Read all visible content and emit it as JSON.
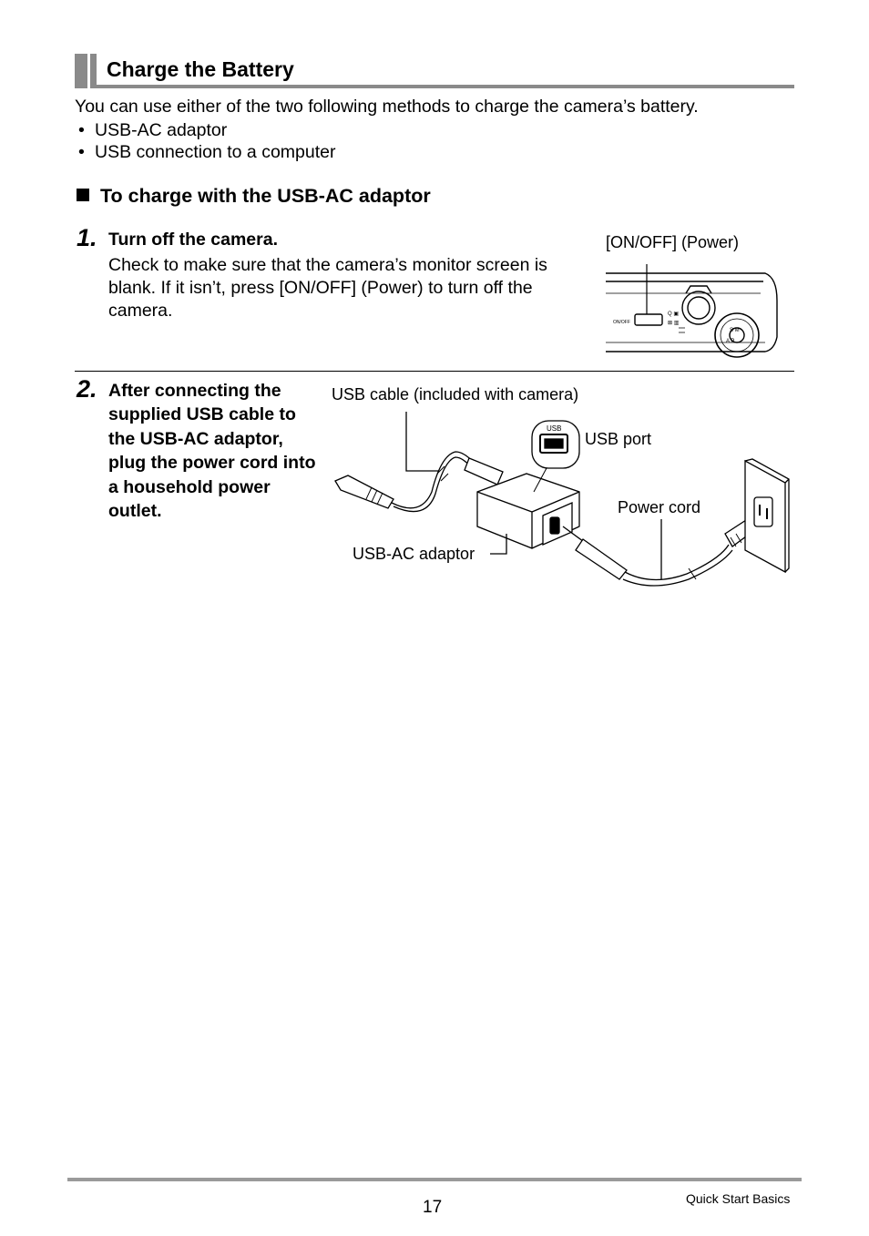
{
  "section": {
    "title": "Charge the Battery"
  },
  "intro": "You can use either of the two following methods to charge the camera’s battery.",
  "methods": [
    {
      "bullet": "•",
      "text": "USB-AC adaptor"
    },
    {
      "bullet": "•",
      "text": "USB connection to a computer"
    }
  ],
  "subsection": {
    "title": "To charge with the USB-AC adaptor"
  },
  "step1": {
    "number": "1.",
    "title": "Turn off the camera.",
    "body": "Check to make sure that the camera’s monitor screen is blank. If it isn’t, press [ON/OFF] (Power) to turn off the camera.",
    "figure_label": "[ON/OFF] (Power)",
    "button_text": "ON/OFF"
  },
  "step2": {
    "number": "2.",
    "text": "After connecting the supplied USB cable to the USB-AC adaptor, plug the power cord into a household power outlet.",
    "labels": {
      "usb_cable": "USB cable (included with camera)",
      "usb_port": "USB port",
      "usb_small": "USB",
      "power_cord": "Power cord",
      "adaptor": "USB-AC adaptor"
    }
  },
  "footer": {
    "page_number": "17",
    "section_name": "Quick Start Basics"
  }
}
